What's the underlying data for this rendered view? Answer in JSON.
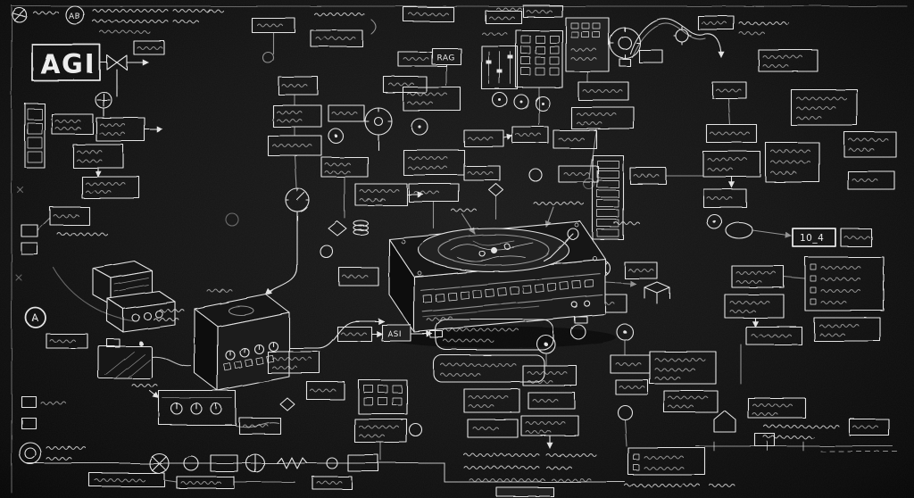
{
  "meta": {
    "background": "#0d0d0d",
    "ink_color": "#e4e4e4"
  },
  "labels": {
    "agi": "AGI",
    "rag": "RAG",
    "asi": "ASI",
    "code_10_4": "10_4",
    "node_a": "A",
    "node_ab": "AB"
  }
}
